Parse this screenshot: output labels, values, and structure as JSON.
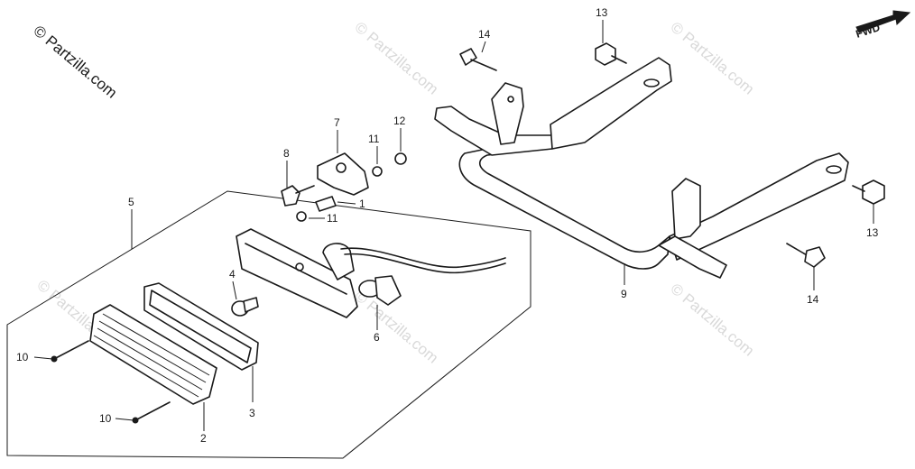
{
  "watermark": {
    "primary": "© Partzilla.com",
    "faint": "© Partzilla.com"
  },
  "direction_label": "FWD",
  "callouts": [
    "1",
    "2",
    "3",
    "4",
    "5",
    "6",
    "7",
    "8",
    "9",
    "10",
    "10",
    "11",
    "11",
    "12",
    "13",
    "13",
    "14",
    "14"
  ],
  "colors": {
    "ink": "#1a1a1a",
    "watermark_faint": "#d9d9d9",
    "background": "#ffffff"
  }
}
